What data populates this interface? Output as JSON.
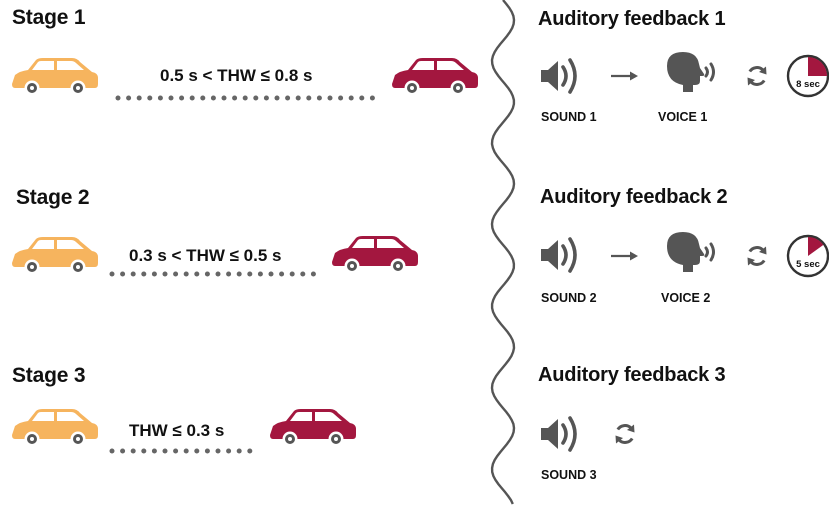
{
  "stages": [
    {
      "title": "Stage 1",
      "condition": "0.5 s < THW ≤ 0.8 s"
    },
    {
      "title": "Stage 2",
      "condition": "0.3 s < THW ≤ 0.5 s"
    },
    {
      "title": "Stage 3",
      "condition": "THW ≤ 0.3 s"
    }
  ],
  "feedback": [
    {
      "title": "Auditory feedback 1",
      "sound_label": "SOUND 1",
      "voice_label": "VOICE 1",
      "timer_label": "8 sec",
      "timer_fraction": 0.25
    },
    {
      "title": "Auditory feedback 2",
      "sound_label": "SOUND 2",
      "voice_label": "VOICE 2",
      "timer_label": "5 sec",
      "timer_fraction": 0.15
    },
    {
      "title": "Auditory feedback 3",
      "sound_label": "SOUND 3"
    }
  ],
  "colors": {
    "ego_car": "#F6B45E",
    "lead_car": "#A3173F",
    "window": "#ffffff",
    "icon": "#555555",
    "dots": "#666666",
    "divider": "#555555",
    "timer_fill": "#A3173F"
  },
  "icons": [
    "car-icon",
    "dotted-line",
    "speaker-icon",
    "arrow-right-icon",
    "voice-head-icon",
    "refresh-icon",
    "timer-icon"
  ]
}
